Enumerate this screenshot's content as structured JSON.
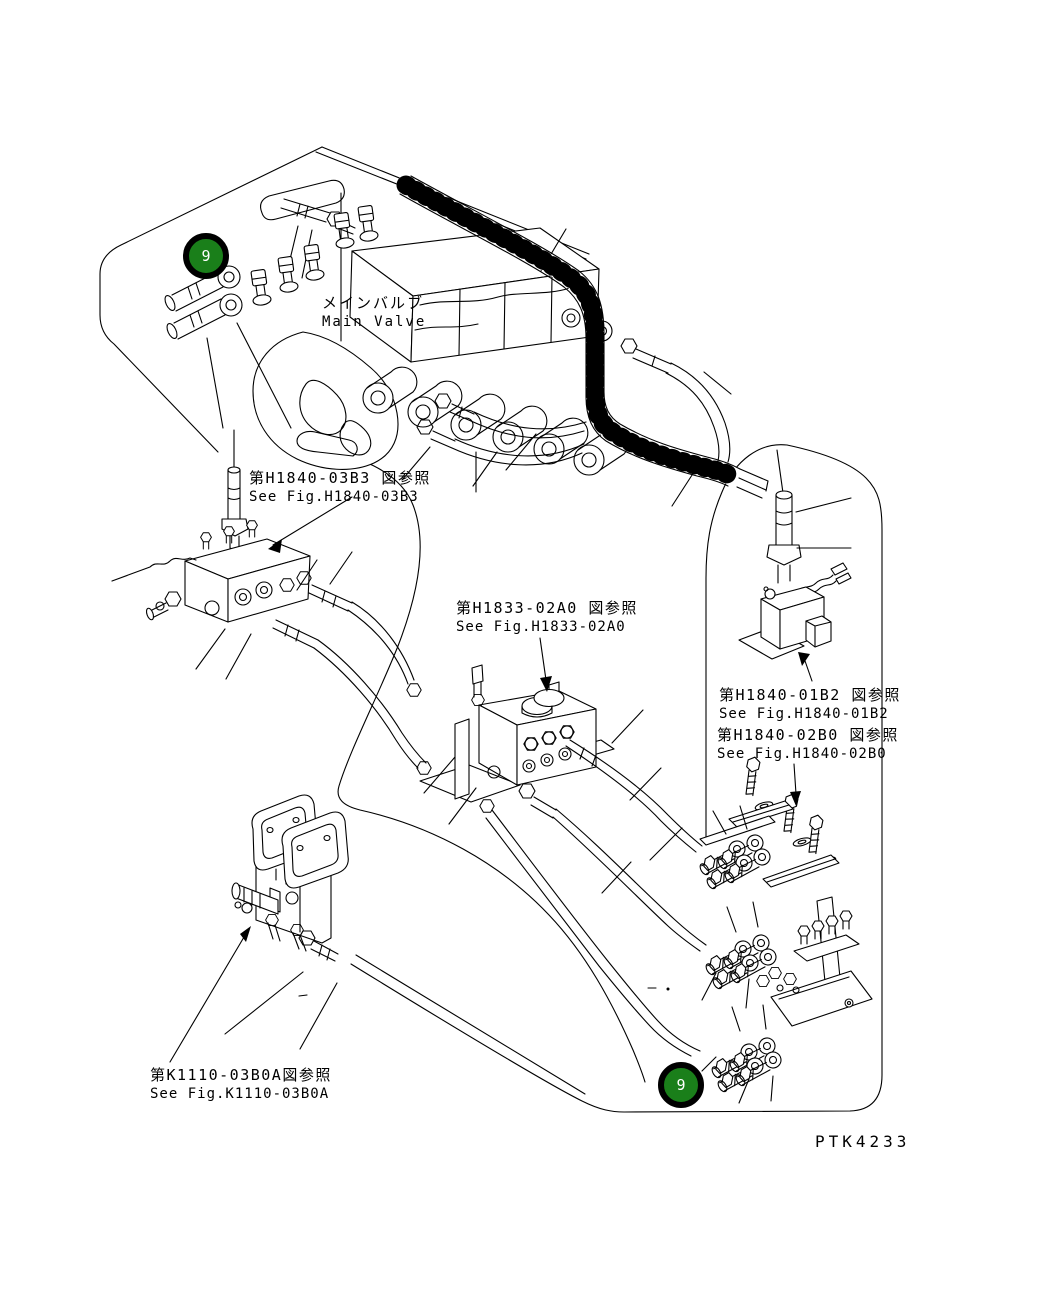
{
  "figure": {
    "part_code": "PTK4233",
    "type": "hydraulic-piping-parts-diagram"
  },
  "colors": {
    "background": "#ffffff",
    "line": "#000000",
    "balloon_fill": "#1a7f1a",
    "balloon_ring": "#000000",
    "balloon_text": "#ffffff"
  },
  "balloons": {
    "top_left": {
      "number": "9"
    },
    "bottom_right": {
      "number": "9"
    }
  },
  "labels": {
    "main_valve": {
      "jp": "メインバルブ",
      "en": "Main Valve"
    },
    "ref_h1840_03b3": {
      "jp": "第H1840-03B3 図参照",
      "en": "See Fig.H1840-03B3"
    },
    "ref_h1833_02a0": {
      "jp": "第H1833-02A0 図参照",
      "en": "See Fig.H1833-02A0"
    },
    "ref_h1840_01b2": {
      "jp": "第H1840-01B2 図参照",
      "en": "See Fig.H1840-01B2"
    },
    "ref_h1840_02b0": {
      "jp": "第H1840-02B0 図参照",
      "en": "See Fig.H1840-02B0"
    },
    "ref_k1110_03b0a": {
      "jp": "第K1110-03B0A図参照",
      "en": "See Fig.K1110-03B0A"
    }
  }
}
